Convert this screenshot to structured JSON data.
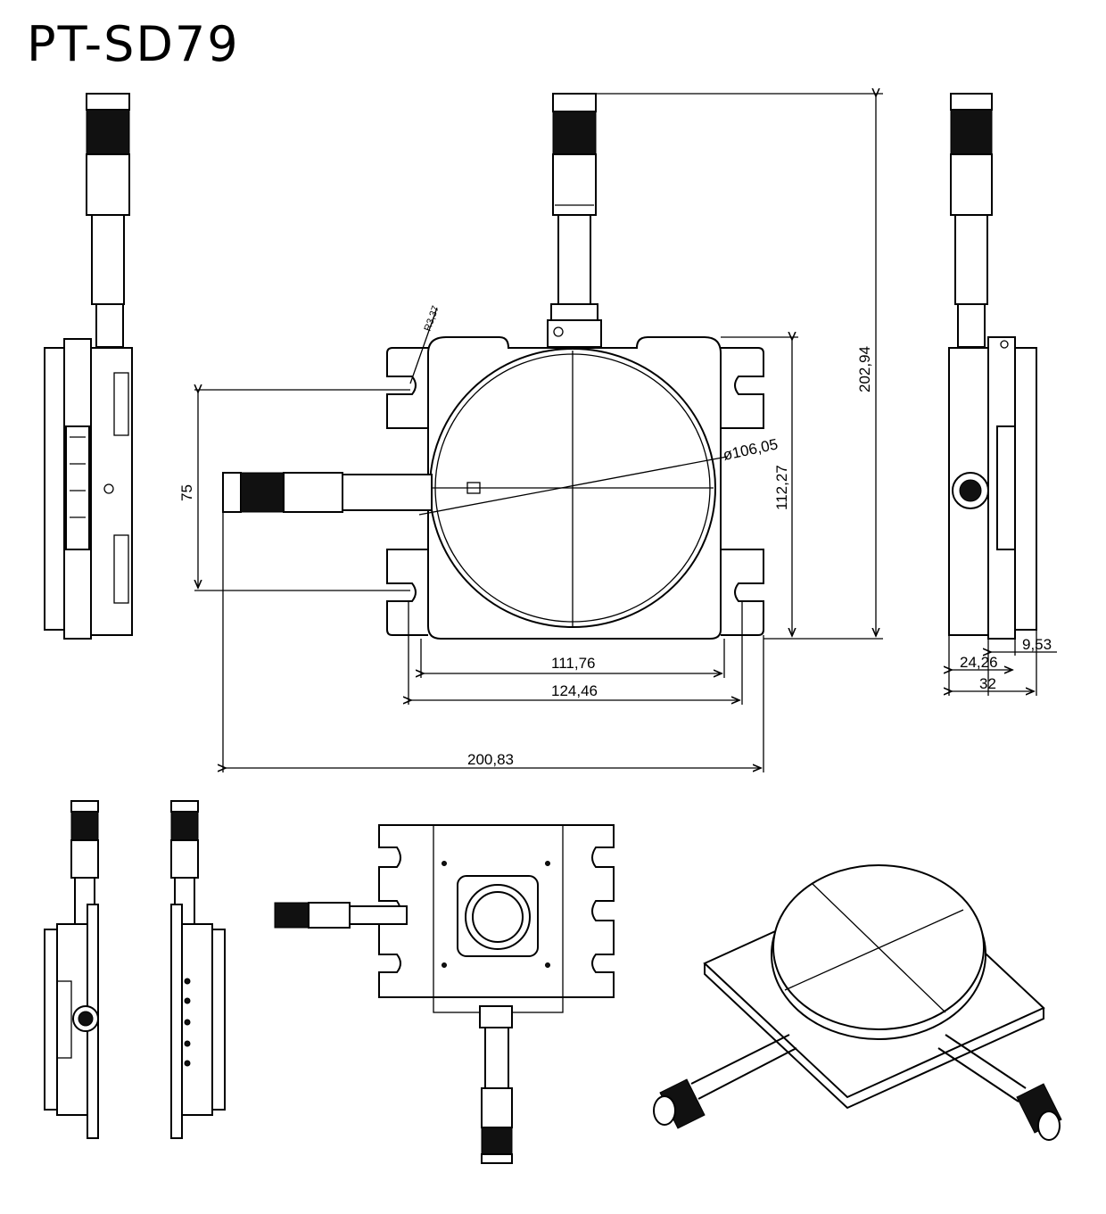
{
  "title": "PT-SD79",
  "dimensions": {
    "total_height": "202,94",
    "plate_height": "112,27",
    "aperture_diameter": "ø106,05",
    "radius": "R3,37",
    "slot_spacing": "75",
    "inner_width": "111,76",
    "slot_width": "124,46",
    "total_width": "200,83",
    "side_thickness_a": "9,53",
    "side_thickness_b": "24,26",
    "side_thickness_c": "32"
  },
  "views": [
    "front-view",
    "left-view",
    "right-view",
    "bottom-left-view",
    "bottom-center-left-view",
    "bottom-view",
    "isometric-view"
  ]
}
